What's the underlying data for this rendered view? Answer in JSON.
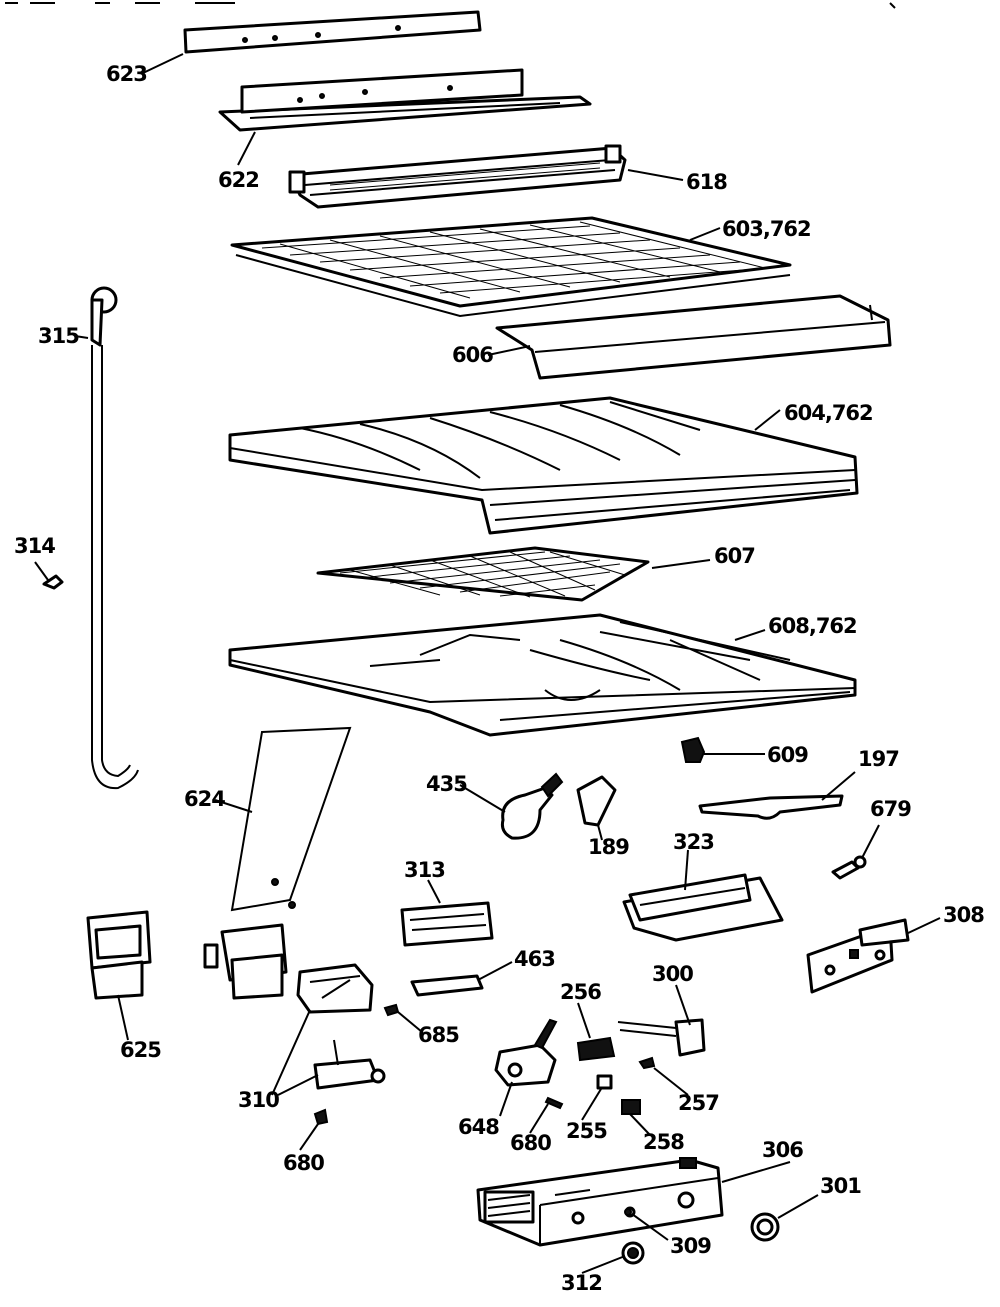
{
  "labels": [
    {
      "id": "623",
      "text": "623"
    },
    {
      "id": "622",
      "text": "622"
    },
    {
      "id": "618",
      "text": "618"
    },
    {
      "id": "603",
      "text": "603,762"
    },
    {
      "id": "315",
      "text": "315"
    },
    {
      "id": "606",
      "text": "606"
    },
    {
      "id": "604",
      "text": "604,762"
    },
    {
      "id": "314",
      "text": "314"
    },
    {
      "id": "607",
      "text": "607"
    },
    {
      "id": "608",
      "text": "608,762"
    },
    {
      "id": "609",
      "text": "609"
    },
    {
      "id": "435",
      "text": "435"
    },
    {
      "id": "197",
      "text": "197"
    },
    {
      "id": "624",
      "text": "624"
    },
    {
      "id": "189",
      "text": "189"
    },
    {
      "id": "323",
      "text": "323"
    },
    {
      "id": "679",
      "text": "679"
    },
    {
      "id": "313",
      "text": "313"
    },
    {
      "id": "308",
      "text": "308"
    },
    {
      "id": "463",
      "text": "463"
    },
    {
      "id": "300",
      "text": "300"
    },
    {
      "id": "256",
      "text": "256"
    },
    {
      "id": "625",
      "text": "625"
    },
    {
      "id": "685",
      "text": "685"
    },
    {
      "id": "257",
      "text": "257"
    },
    {
      "id": "310",
      "text": "310"
    },
    {
      "id": "648",
      "text": "648"
    },
    {
      "id": "680a",
      "text": "680"
    },
    {
      "id": "255",
      "text": "255"
    },
    {
      "id": "258",
      "text": "258"
    },
    {
      "id": "680b",
      "text": "680"
    },
    {
      "id": "306",
      "text": "306"
    },
    {
      "id": "301",
      "text": "301"
    },
    {
      "id": "309",
      "text": "309"
    },
    {
      "id": "312",
      "text": "312"
    }
  ]
}
